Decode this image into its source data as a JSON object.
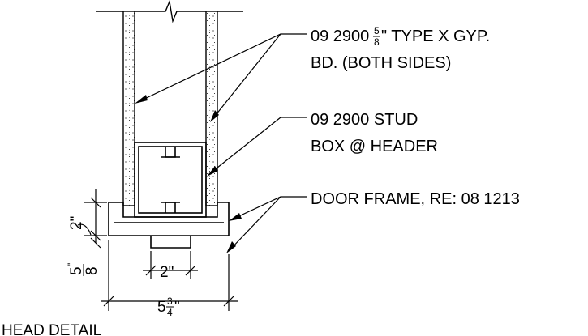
{
  "notes": {
    "gyp_line1_prefix": "09 2900",
    "gyp_frac_num": "5",
    "gyp_frac_den": "8",
    "gyp_line1_suffix": "\" TYPE X GYP.",
    "gyp_line2": "BD. (BOTH SIDES)",
    "stud_line1": "09 2900 STUD",
    "stud_line2": "BOX @ HEADER",
    "frame": "DOOR FRAME, RE: 08 1213"
  },
  "dimensions": {
    "height_2": "2\"",
    "reveal_whole": "5",
    "reveal_den": "8",
    "reveal_mark": "\"",
    "face_2": "2\"",
    "width_whole": "5",
    "width_num": "3",
    "width_den": "4",
    "width_mark": "\""
  },
  "title": "HEAD DETAIL"
}
